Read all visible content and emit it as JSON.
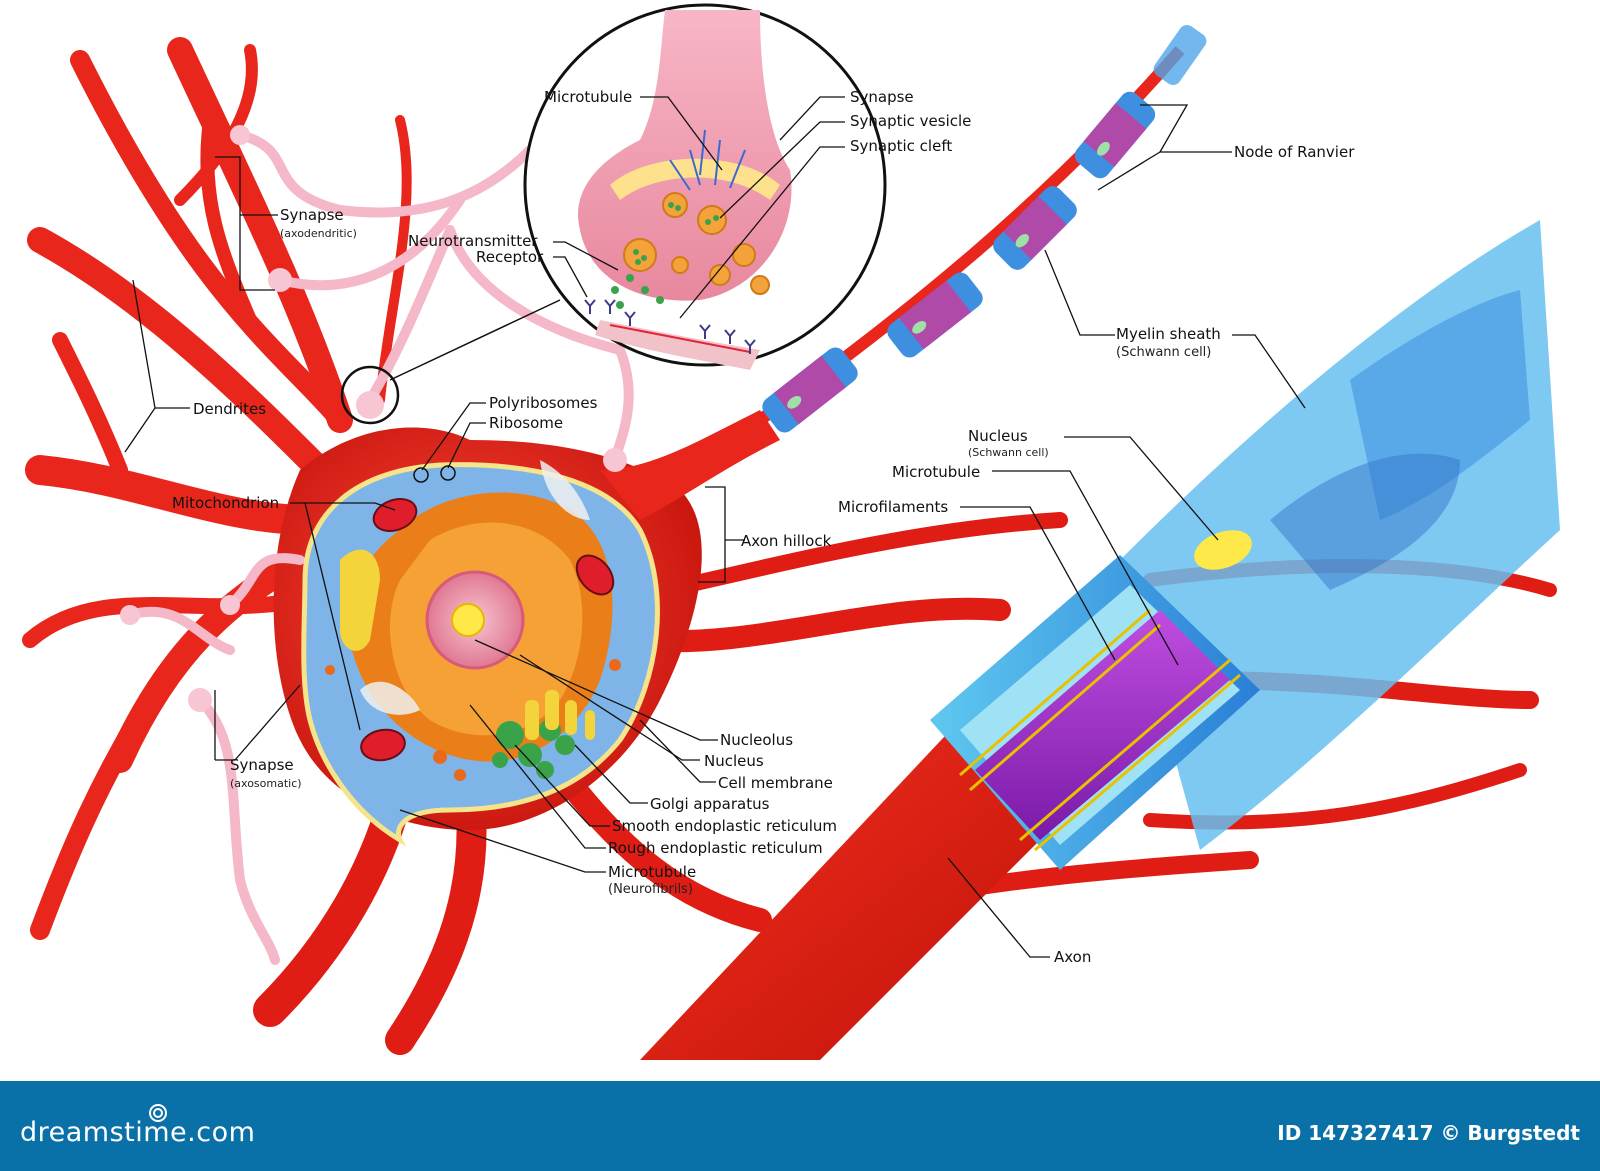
{
  "labels": {
    "microtubule_top": "Microtubule",
    "synapse_top": "Synapse",
    "synaptic_vesicle": "Synaptic vesicle",
    "synaptic_cleft": "Synaptic cleft",
    "neurotransmitter": "Neurotransmitter",
    "receptor": "Receptor",
    "synapse_axodendritic": "Synapse",
    "synapse_axodendritic_sub": "(axodendritic)",
    "dendrites": "Dendrites",
    "polyribosomes": "Polyribosomes",
    "ribosome": "Ribosome",
    "mitochondrion": "Mitochondrion",
    "axon_hillock": "Axon hillock",
    "node_of_ranvier": "Node of Ranvier",
    "myelin_sheath": "Myelin sheath",
    "myelin_sheath_sub": "(Schwann cell)",
    "nucleus_schwann": "Nucleus",
    "nucleus_schwann_sub": "(Schwann cell)",
    "microtubule_right": "Microtubule",
    "microfilaments": "Microfilaments",
    "synapse_axosomatic": "Synapse",
    "synapse_axosomatic_sub": "(axosomatic)",
    "nucleolus": "Nucleolus",
    "nucleus": "Nucleus",
    "cell_membrane": "Cell membrane",
    "golgi_apparatus": "Golgi apparatus",
    "smooth_er": "Smooth endoplastic reticulum",
    "rough_er": "Rough endoplastic reticulum",
    "microtubule_bottom": "Microtubule",
    "microtubule_bottom_sub": "(Neurofibrils)",
    "axon": "Axon"
  },
  "footer": {
    "brand": "dreamstime.com",
    "credit": "ID 147327417 © Burgstedt"
  },
  "colors": {
    "neuron": "#e8261c",
    "neuron_dark": "#b8120c",
    "myelin": "#3f8fe0",
    "myelin_node": "#b04aa8",
    "synapse_pink": "#f4b8c8",
    "footer_bg": "#0a71a8"
  }
}
